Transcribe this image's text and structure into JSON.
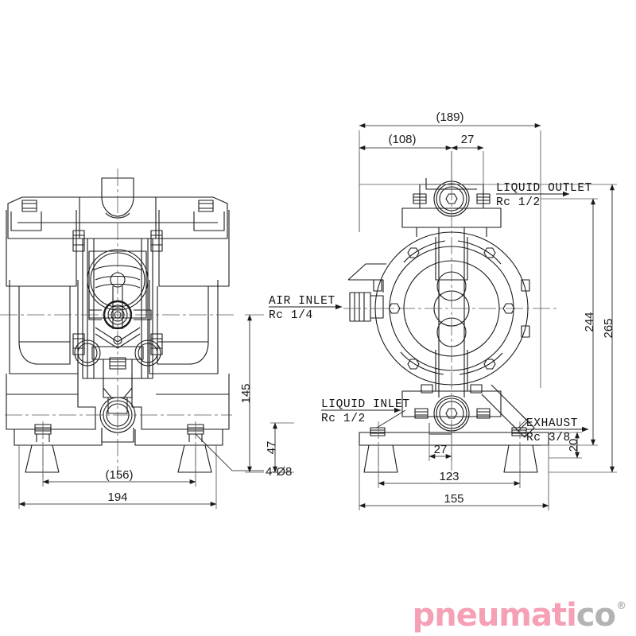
{
  "drawing": {
    "title": "Air operated double diaphragm pump dimensional drawing",
    "background_color": "#ffffff",
    "line_color": "#1a1a1a",
    "views": [
      {
        "name": "front-view",
        "position": "left"
      },
      {
        "name": "side-view",
        "position": "right"
      }
    ]
  },
  "dimensions": {
    "front_view": {
      "overall_width": "194",
      "mounting_hole_span": "(156)",
      "hole_callout": "4-Ø8",
      "height_to_inlet_center": "145",
      "foot_height": "47"
    },
    "side_view": {
      "overall_depth": "(189)",
      "outlet_offset": "(108)",
      "top_offset": "27",
      "base_offset": "27",
      "base_hole_span": "123",
      "base_width": "155",
      "height_to_top_port": "244",
      "overall_height": "265",
      "foot_height": "20"
    }
  },
  "callouts": [
    {
      "name": "air-inlet",
      "title": "AIR INLET",
      "thread": "Rc 1/4"
    },
    {
      "name": "liquid-outlet",
      "title": "LIQUID OUTLET",
      "thread": "Rc 1/2"
    },
    {
      "name": "liquid-inlet",
      "title": "LIQUID INLET",
      "thread": "Rc 1/2"
    },
    {
      "name": "exhaust",
      "title": "EXHAUST",
      "thread": "Rc 3/8"
    }
  ],
  "watermark": {
    "text_primary": "pneumati",
    "text_secondary": "co",
    "registered_mark": "®",
    "color_primary": "#f5a0b5",
    "color_secondary": "#b3b3b3"
  }
}
